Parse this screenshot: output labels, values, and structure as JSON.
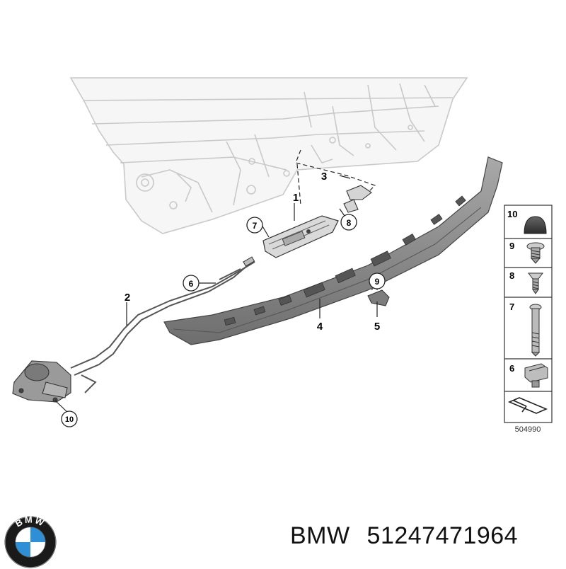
{
  "diagram": {
    "callouts": [
      {
        "id": "c1",
        "label": "1",
        "circled": false
      },
      {
        "id": "c2",
        "label": "2",
        "circled": false
      },
      {
        "id": "c3",
        "label": "3",
        "circled": false
      },
      {
        "id": "c4",
        "label": "4",
        "circled": false
      },
      {
        "id": "c5",
        "label": "5",
        "circled": false
      },
      {
        "id": "c6",
        "label": "6",
        "circled": true
      },
      {
        "id": "c7",
        "label": "7",
        "circled": true
      },
      {
        "id": "c8",
        "label": "8",
        "circled": true
      },
      {
        "id": "c9",
        "label": "9",
        "circled": true
      },
      {
        "id": "c10",
        "label": "10",
        "circled": true
      }
    ],
    "legend": [
      {
        "label": "10",
        "part": "rubber-buffer"
      },
      {
        "label": "9",
        "part": "screw-pan-head"
      },
      {
        "label": "8",
        "part": "screw-countersunk"
      },
      {
        "label": "7",
        "part": "bolt-long"
      },
      {
        "label": "6",
        "part": "clip-nut"
      },
      {
        "label": "",
        "part": "assembly-arrow"
      }
    ],
    "diagram_number": "504990"
  },
  "logo": {
    "brand_letters": "BMW",
    "colors": {
      "ring": "#1a1a1a",
      "blue": "#2f8fd6",
      "white": "#ffffff"
    }
  },
  "caption": {
    "brand": "BMW",
    "part_number": "51247471964"
  }
}
